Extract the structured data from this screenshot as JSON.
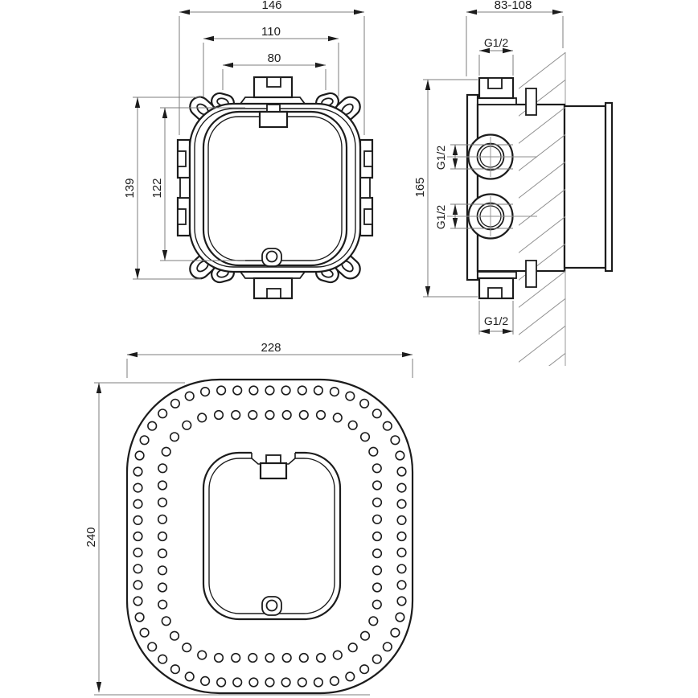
{
  "colors": {
    "background": "#ffffff",
    "outline": "#1c1c1c",
    "dimension": "#7d7d7d",
    "hatch": "#909090"
  },
  "front_view": {
    "dim_width_overall": "146",
    "dim_width_ears": "110",
    "dim_width_top_port": "80",
    "dim_height_overall": "139",
    "dim_height_inner": "122"
  },
  "side_view": {
    "dim_depth_range": "83-108",
    "dim_height": "165",
    "thread_top": "G1/2",
    "thread_upper_side": "G1/2",
    "thread_lower_side": "G1/2",
    "thread_bottom": "G1/2"
  },
  "bottom_view": {
    "dim_width": "228",
    "dim_height": "240",
    "hole_rings": {
      "outer": {
        "count": 60,
        "inset": 13.5,
        "hole_radius": 5.3
      },
      "inner": {
        "count": 48,
        "inset": 44,
        "hole_radius": 5.3
      }
    }
  }
}
